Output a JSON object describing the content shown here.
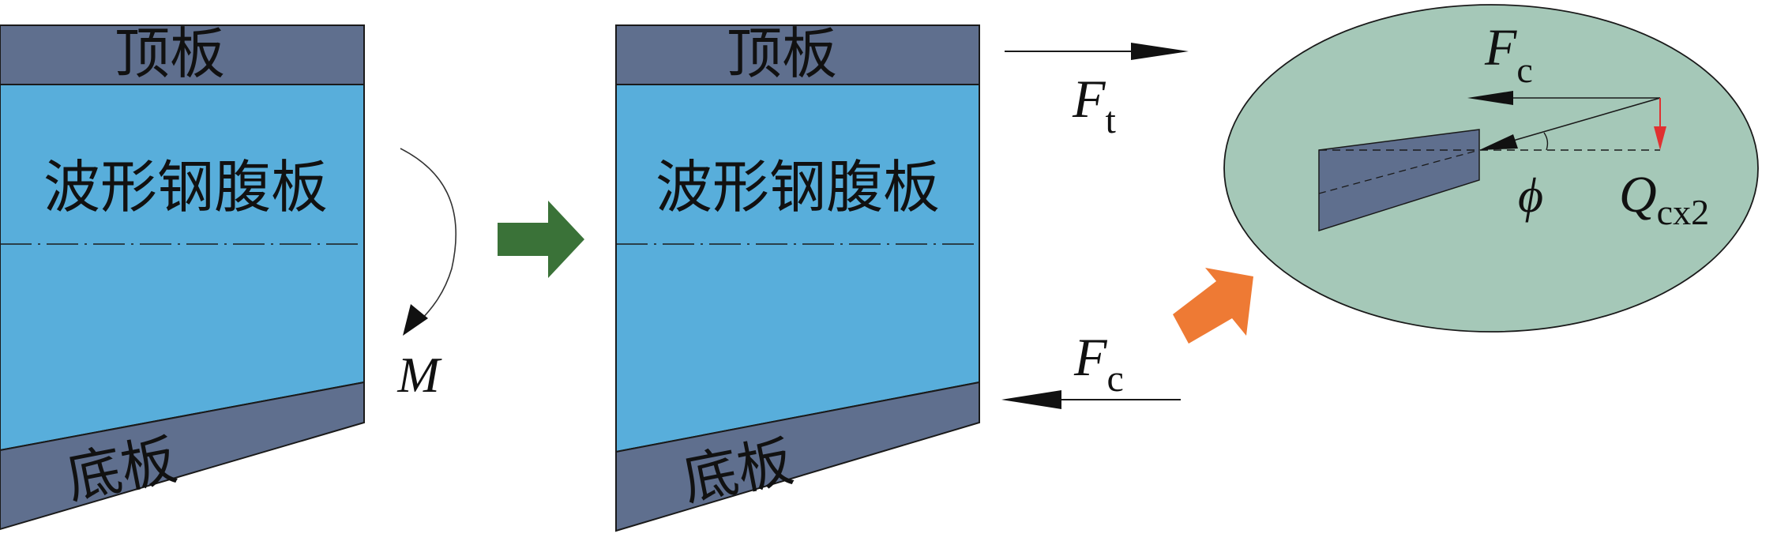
{
  "colors": {
    "flange": "#5f6f8e",
    "web": "#58aedb",
    "ellipse_fill": "#a5c8b8",
    "green_arrow": "#3a7238",
    "orange_arrow": "#ee7a34",
    "red_arrow": "#e03030",
    "stroke": "#1a1a1a"
  },
  "left_beam": {
    "top_flange": "顶板",
    "web": "波形钢腹板",
    "bottom_flange": "底板",
    "moment_symbol": "M"
  },
  "right_beam": {
    "top_flange": "顶板",
    "web": "波形钢腹板",
    "bottom_flange": "底板"
  },
  "forces": {
    "tension": {
      "symbol": "F",
      "subscript": "t"
    },
    "compression": {
      "symbol": "F",
      "subscript": "c"
    }
  },
  "detail": {
    "force": {
      "symbol": "F",
      "subscript": "c"
    },
    "angle": "ϕ",
    "shear": {
      "symbol": "Q",
      "subscript": "cx2"
    }
  }
}
